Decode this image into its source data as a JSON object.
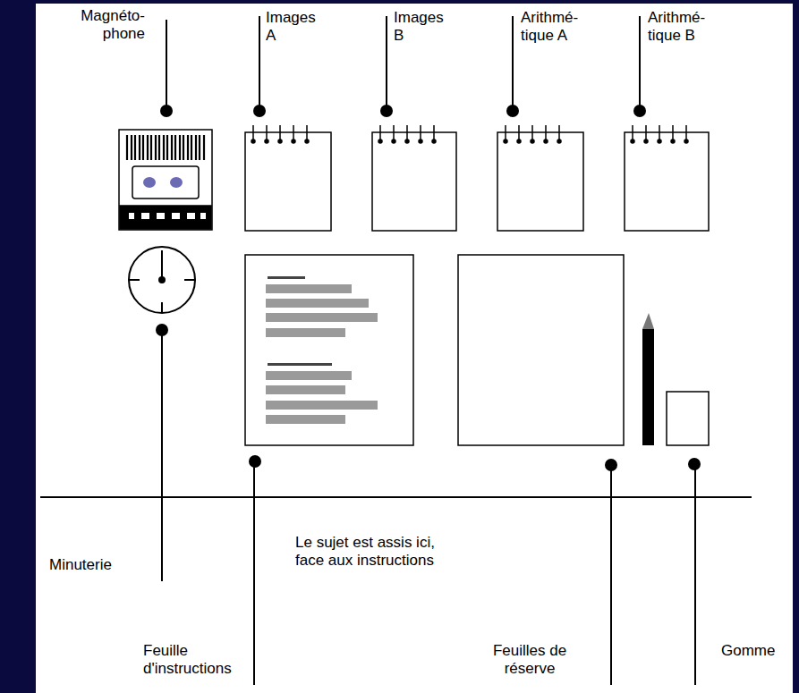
{
  "diagram": {
    "labels": [
      "Magnéto- phone",
      "Images A",
      "Images B",
      "Arithmé- tique A",
      "Arithmé- tique B",
      "Minuterie",
      "Le sujet est assis ici, face aux instructions",
      "Feuille d'instructions",
      "Feuilles de réserve",
      "Gomme"
    ]
  }
}
